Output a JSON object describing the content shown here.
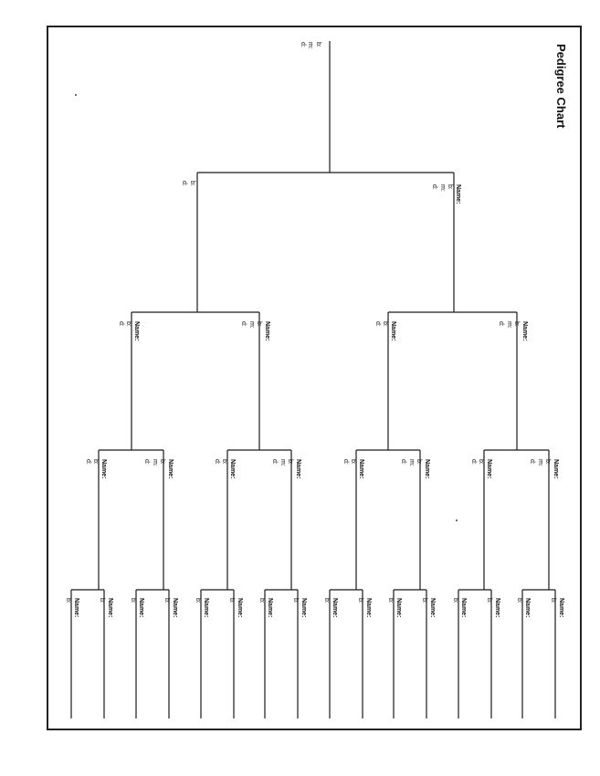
{
  "title": "Pedigree Chart",
  "labels": {
    "name": "Name:",
    "born": "b:",
    "married": "m:",
    "died": "d:"
  },
  "generations": 5
}
